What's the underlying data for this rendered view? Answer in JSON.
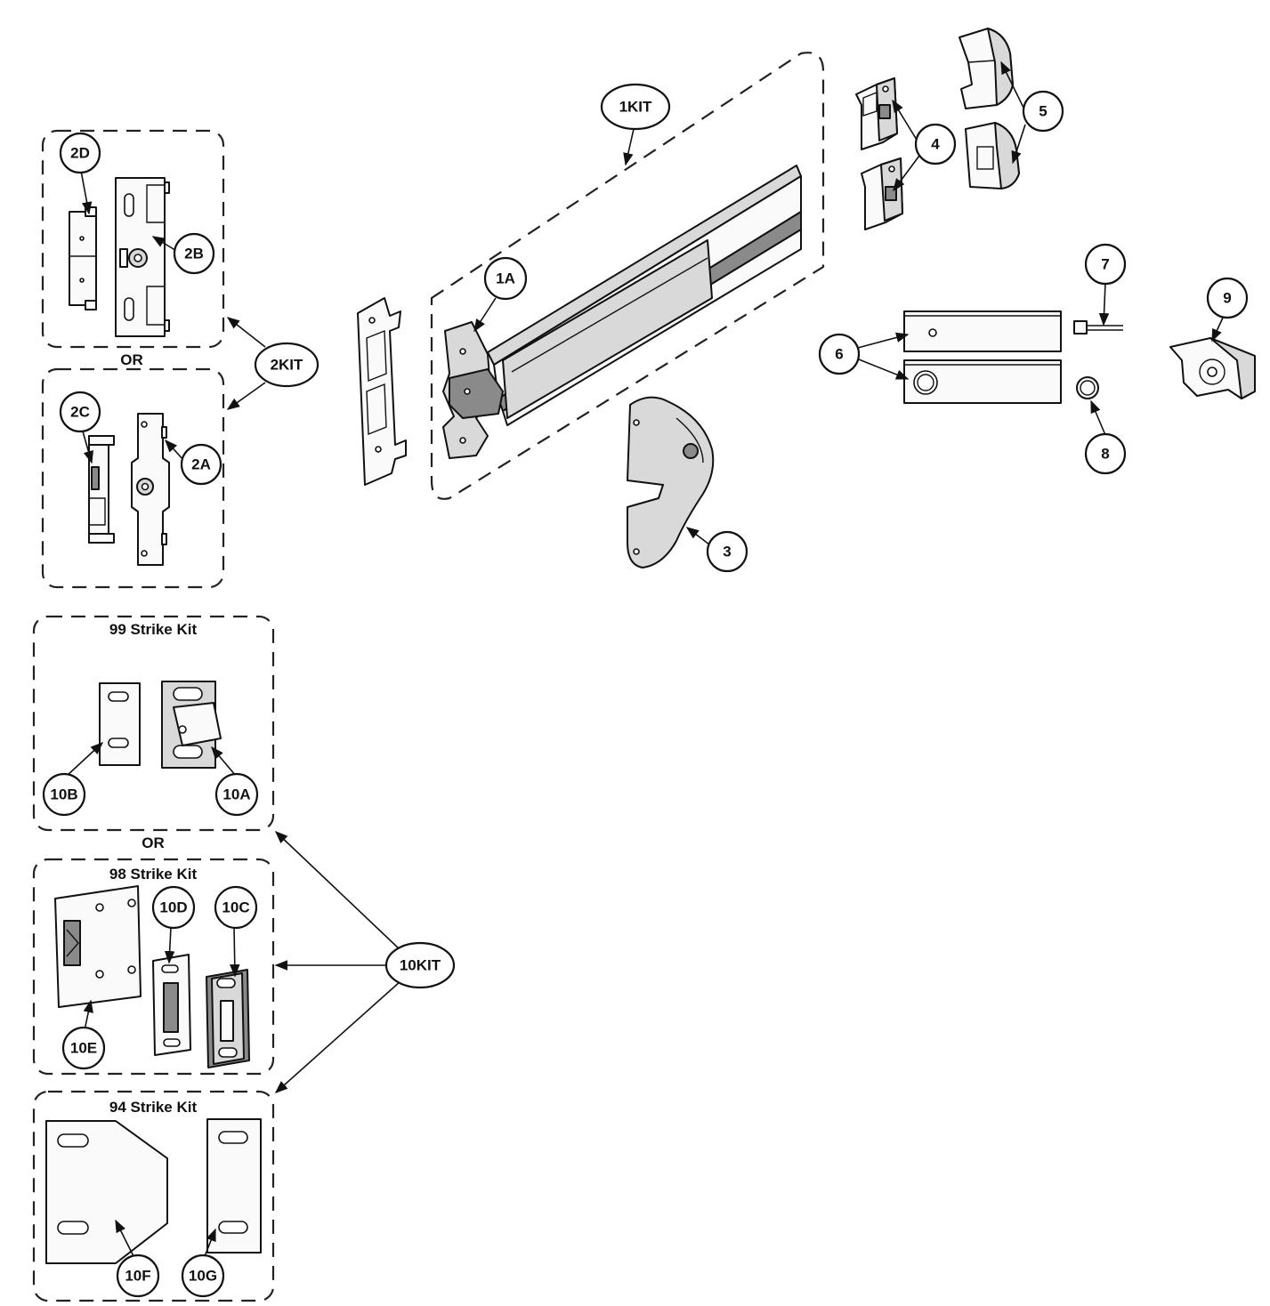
{
  "diagram": {
    "callouts": {
      "c1kit": "1KIT",
      "c1a": "1A",
      "c2d": "2D",
      "c2b": "2B",
      "c2c": "2C",
      "c2a": "2A",
      "c2kit": "2KIT",
      "c3": "3",
      "c4": "4",
      "c5": "5",
      "c6": "6",
      "c7": "7",
      "c8": "8",
      "c9": "9",
      "c10a": "10A",
      "c10b": "10B",
      "c10c": "10C",
      "c10d": "10D",
      "c10e": "10E",
      "c10f": "10F",
      "c10g": "10G",
      "c10kit": "10KIT"
    },
    "labels": {
      "or_top": "OR",
      "or_strike": "OR",
      "kit99": "99 Strike Kit",
      "kit98": "98 Strike Kit",
      "kit94": "94 Strike Kit"
    }
  }
}
